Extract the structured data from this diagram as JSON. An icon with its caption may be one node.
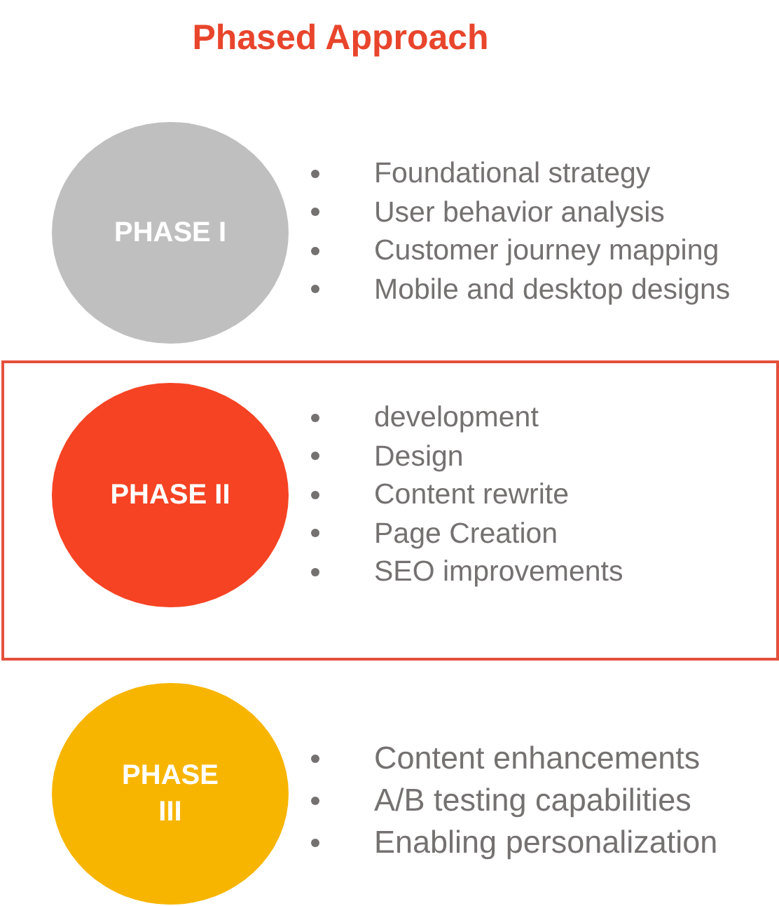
{
  "diagram": {
    "title": "Phased Approach",
    "nodes": [
      {
        "text": [
          "PHASE I"
        ],
        "beside": [
          "Foundational strategy",
          "User behavior analysis",
          "Customer journey mapping",
          "Mobile and desktop designs"
        ]
      },
      {
        "text": [],
        "shape": "box"
      },
      {
        "text": [
          "PHASE II"
        ],
        "in": 1,
        "beside": [
          "development",
          "Design",
          "Content rewrite",
          "Page Creation",
          "SEO improvements"
        ]
      },
      {
        "text": [
          "PHASE III"
        ],
        "beside": [
          "Content enhancements",
          "A/B testing capabilities",
          "Enabling personalization"
        ]
      }
    ],
    "edges": []
  }
}
